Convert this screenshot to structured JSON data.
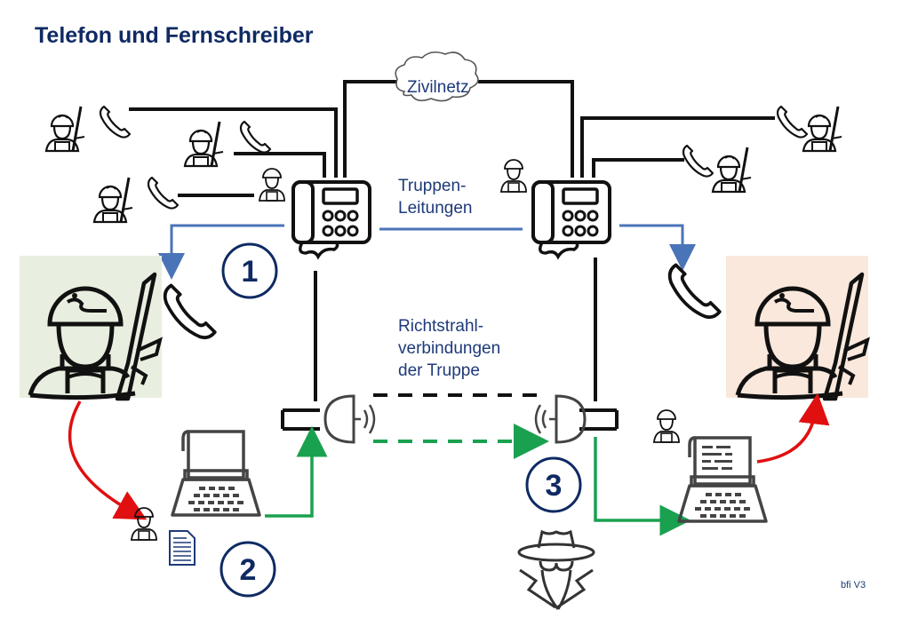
{
  "title": "Telefon und Fernschreiber",
  "labels": {
    "cloud": "Zivilnetz",
    "truppen_line1": "Truppen-",
    "truppen_line2": "Leitungen",
    "richt_line1": "Richtstrahl-",
    "richt_line2": "verbindungen",
    "richt_line3": "der Truppe",
    "footer": "bfi V3"
  },
  "steps": [
    "1",
    "2",
    "3"
  ],
  "colors": {
    "title": "#0f2a63",
    "blue_line": "#4a74b8",
    "green_line": "#1aa150",
    "red_arrow": "#e01010",
    "black_line": "#111111",
    "left_soldier_bg": "#e8efe0",
    "right_soldier_bg": "#fae8dc"
  },
  "icons": [
    "soldier-icon",
    "phone-handset-icon",
    "desk-phone-icon",
    "cloud-icon",
    "radio-dish-icon",
    "typewriter-icon",
    "document-icon",
    "spy-icon"
  ]
}
